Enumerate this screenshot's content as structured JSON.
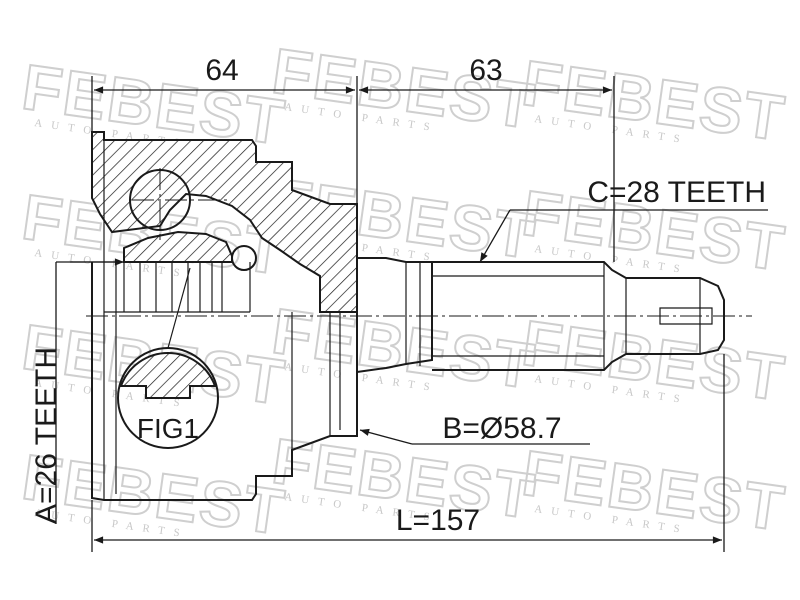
{
  "watermark": {
    "brand": "FEBEST",
    "sub": "AUTO PARTS"
  },
  "dimensions": {
    "d64": "64",
    "d63": "63",
    "c_teeth": "C=28 TEETH",
    "a_teeth": "A=26 TEETH",
    "b_dia": "B=Ø58.7",
    "l_len": "L=157",
    "fig": "FIG1"
  },
  "colors": {
    "line": "#1a1a1a",
    "watermark": "#cfcfcf",
    "background": "#ffffff"
  }
}
